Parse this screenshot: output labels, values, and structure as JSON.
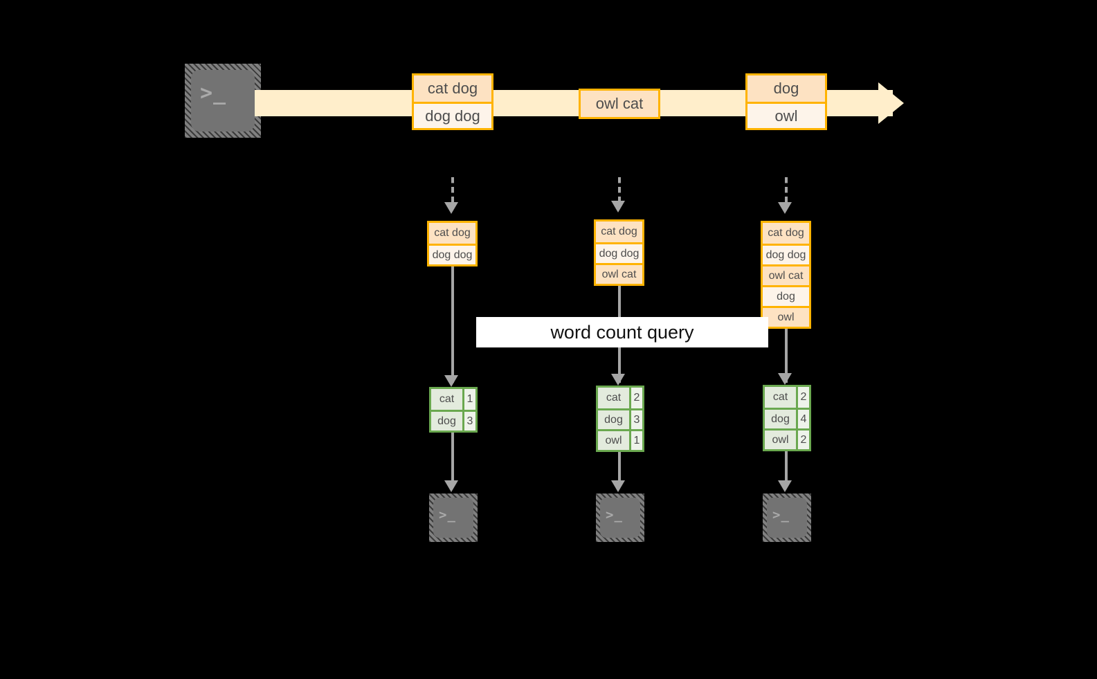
{
  "diagram": {
    "title_label": "word count query",
    "colors": {
      "background": "#000000",
      "stream_fill": "#ffeecb",
      "message_border": "#ffb300",
      "message_fill_dark": "#fde2c2",
      "message_fill_light": "#fdf4ea",
      "result_border": "#6aa84f",
      "result_fill": "#eef3ea",
      "connector": "#a6a6a6",
      "terminal_fill": "#737373",
      "text": "#4d4d4d"
    },
    "source_terminal": {
      "glyph": ">_",
      "name": "source-terminal"
    },
    "stream": {
      "messages": [
        {
          "id": "m1",
          "lines": [
            "cat dog",
            "dog dog"
          ]
        },
        {
          "id": "m2",
          "lines": [
            "owl cat"
          ]
        },
        {
          "id": "m3",
          "lines": [
            "dog",
            "owl"
          ]
        }
      ]
    },
    "snapshots": [
      {
        "id": "snapshot-1",
        "input_rows": [
          "cat dog",
          "dog dog"
        ],
        "result_rows": [
          {
            "word": "cat",
            "count": "1"
          },
          {
            "word": "dog",
            "count": "3"
          }
        ],
        "sink_glyph": ">_"
      },
      {
        "id": "snapshot-2",
        "input_rows": [
          "cat dog",
          "dog dog",
          "owl cat"
        ],
        "result_rows": [
          {
            "word": "cat",
            "count": "2"
          },
          {
            "word": "dog",
            "count": "3"
          },
          {
            "word": "owl",
            "count": "1"
          }
        ],
        "sink_glyph": ">_"
      },
      {
        "id": "snapshot-3",
        "input_rows": [
          "cat dog",
          "dog dog",
          "owl cat",
          "dog",
          "owl"
        ],
        "result_rows": [
          {
            "word": "cat",
            "count": "2"
          },
          {
            "word": "dog",
            "count": "4"
          },
          {
            "word": "owl",
            "count": "2"
          }
        ],
        "sink_glyph": ">_"
      }
    ]
  }
}
